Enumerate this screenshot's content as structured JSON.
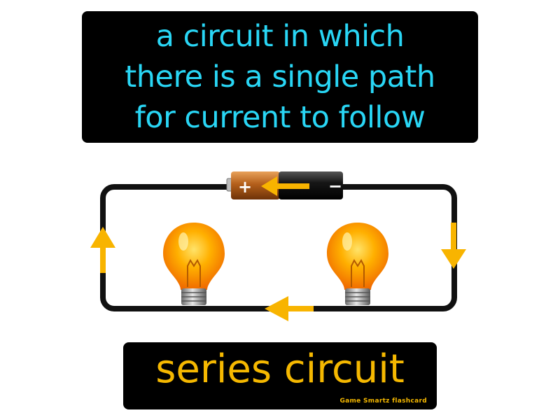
{
  "definition": {
    "lines": [
      "a circuit in which",
      "there is a single path",
      "for current to follow"
    ],
    "text_color": "#29d6f5",
    "background": "#000000"
  },
  "term": {
    "label": "series circuit",
    "text_color": "#f5b800"
  },
  "credit": "Game Smartz  flashcard",
  "diagram": {
    "battery": {
      "positive_label": "+",
      "negative_label": "−"
    },
    "bulbs": 2,
    "colors": {
      "wire": "#111111",
      "arrow": "#f8b400",
      "bulb": "#ffa000",
      "battery_copper": "#c06a1e",
      "battery_black": "#1a1a1a"
    }
  }
}
